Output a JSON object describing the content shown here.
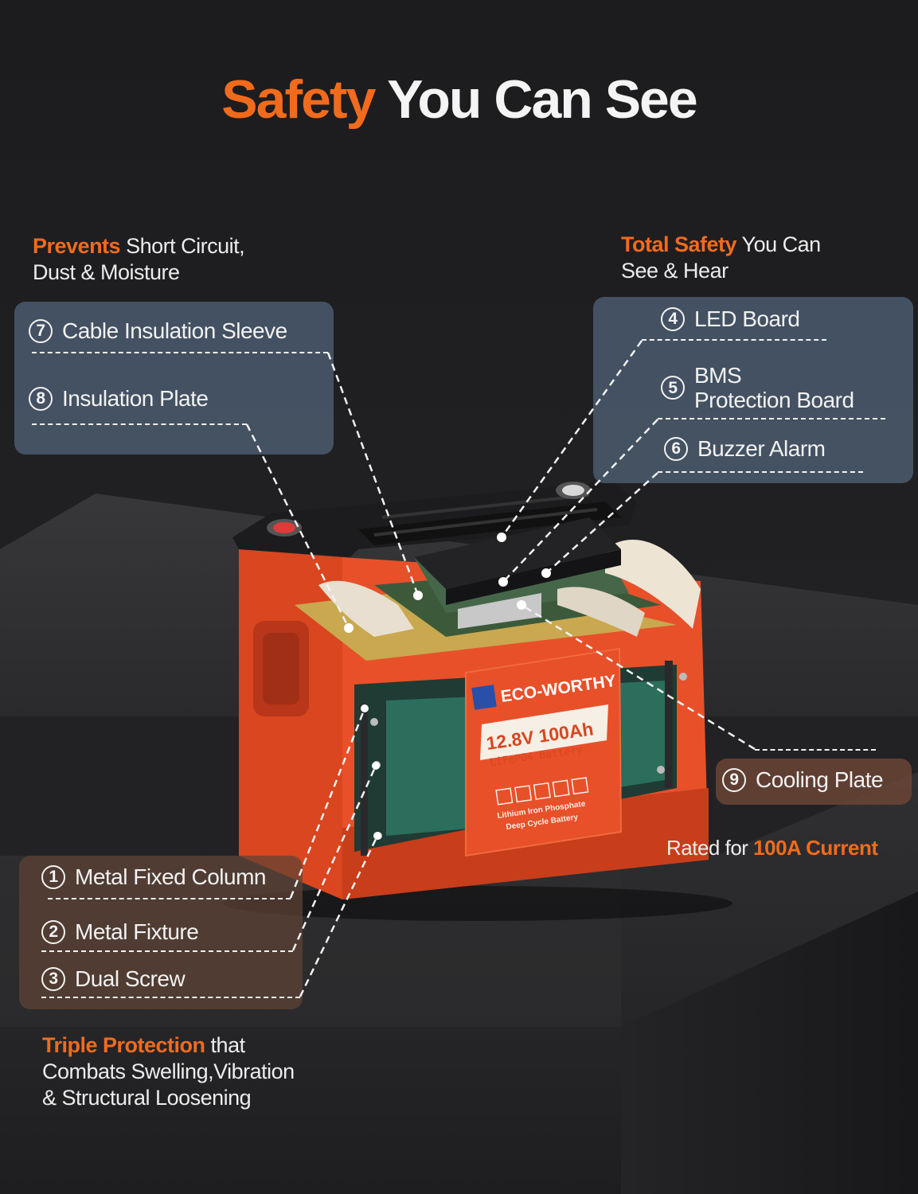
{
  "title": {
    "accent": "Safety",
    "rest": " You Can See"
  },
  "left_caption": {
    "highlight": "Prevents",
    "line1": " Short Circuit,",
    "line2": "Dust & Moisture"
  },
  "right_caption": {
    "highlight": "Total Safety",
    "line1": " You Can",
    "line2": "See & Hear"
  },
  "bottom_caption": {
    "highlight": "Triple Protection",
    "line1": " that",
    "line2": "Combats Swelling,Vibration",
    "line3": "& Structural Loosening"
  },
  "current_caption": {
    "prefix": "Rated for ",
    "highlight": "100A Current"
  },
  "items": [
    {
      "num": "1",
      "label": "Metal Fixed Column"
    },
    {
      "num": "2",
      "label": "Metal Fixture"
    },
    {
      "num": "3",
      "label": "Dual Screw"
    },
    {
      "num": "4",
      "label": "LED Board"
    },
    {
      "num": "5",
      "label_line1": "BMS",
      "label_line2": "Protection Board"
    },
    {
      "num": "6",
      "label": "Buzzer Alarm"
    },
    {
      "num": "7",
      "label": "Cable Insulation Sleeve"
    },
    {
      "num": "8",
      "label": "Insulation Plate"
    },
    {
      "num": "9",
      "label": "Cooling Plate"
    }
  ],
  "battery_label": {
    "brand": "ECO-WORTHY",
    "model": "12.8V 100Ah",
    "type": "LiFePO4 Battery",
    "desc_line1": "Lithium Iron Phosphate",
    "desc_line2": "Deep Cycle Battery"
  },
  "colors": {
    "accent": "#f26b1d",
    "panel_blue": "#4e6074",
    "panel_brown": "#5e4234",
    "battery_orange": "#e8502a"
  }
}
